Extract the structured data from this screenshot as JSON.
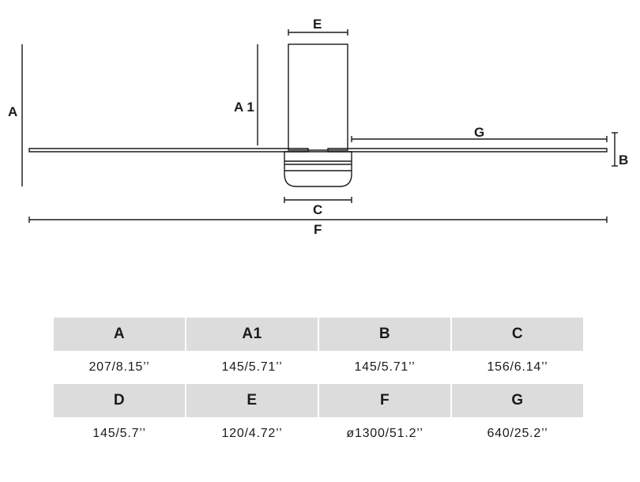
{
  "diagram": {
    "labels": {
      "a": "A",
      "a1": "A 1",
      "b": "B",
      "c": "C",
      "e": "E",
      "f": "F",
      "g": "G"
    }
  },
  "table": {
    "row1": [
      {
        "header": "A",
        "value": "207/8.15’’"
      },
      {
        "header": "A1",
        "value": "145/5.71’’"
      },
      {
        "header": "B",
        "value": "145/5.71’’"
      },
      {
        "header": "C",
        "value": "156/6.14’’"
      }
    ],
    "row2": [
      {
        "header": "D",
        "value": "145/5.7’’"
      },
      {
        "header": "E",
        "value": "120/4.72’’"
      },
      {
        "header": "F",
        "value": "ø1300/51.2’’"
      },
      {
        "header": "G",
        "value": "640/25.2’’"
      }
    ]
  }
}
